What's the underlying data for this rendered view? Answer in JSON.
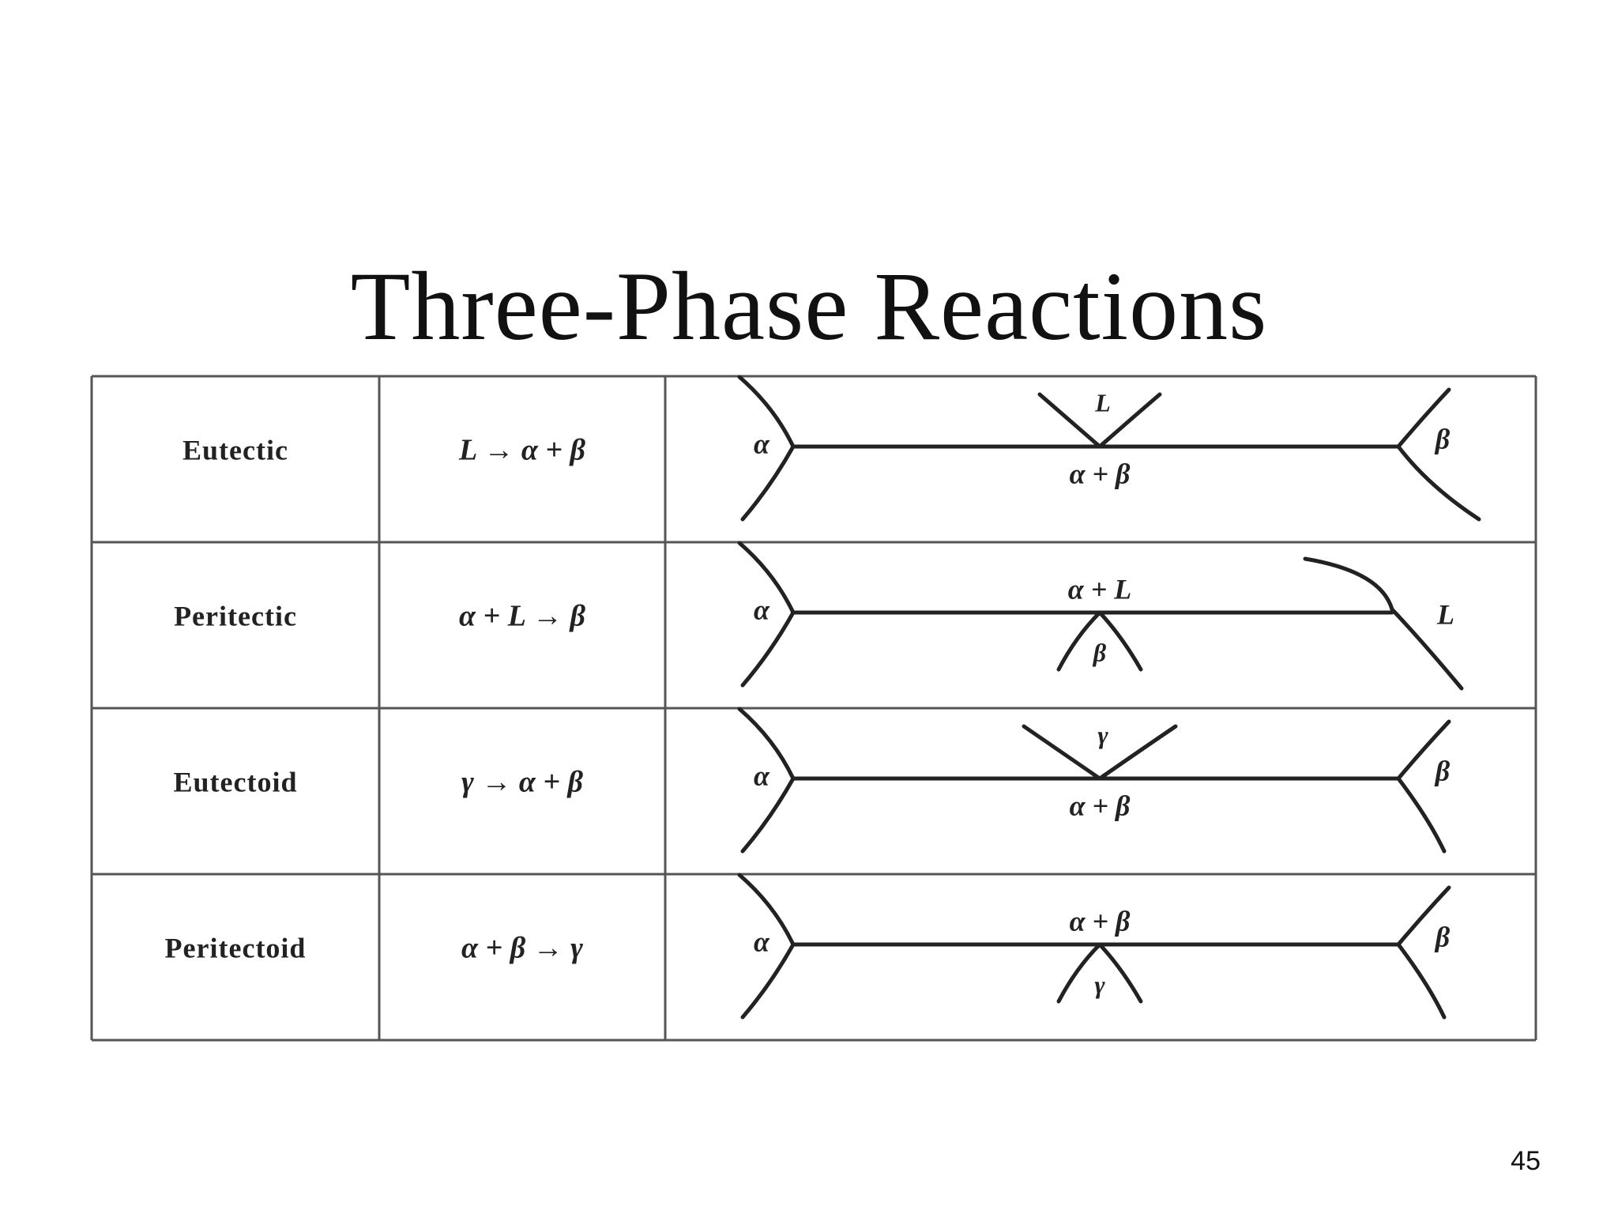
{
  "title": "Three-Phase Reactions",
  "page_number": "45",
  "colors": {
    "ink": "#222222",
    "grid": "#555555",
    "background": "#ffffff"
  },
  "rows": [
    {
      "name": "Eutectic",
      "reaction": "L → α + β",
      "type": "eutectic",
      "labels": {
        "left": "α",
        "right": "β",
        "top": "L",
        "bottom": "α + β"
      }
    },
    {
      "name": "Peritectic",
      "reaction": "α + L → β",
      "type": "peritectic",
      "labels": {
        "left": "α",
        "right": "L",
        "top": "α + L",
        "bottom": "β"
      }
    },
    {
      "name": "Eutectoid",
      "reaction": "γ → α + β",
      "type": "eutectoid",
      "labels": {
        "left": "α",
        "right": "β",
        "top": "γ",
        "bottom": "α + β"
      }
    },
    {
      "name": "Peritectoid",
      "reaction": "α + β → γ",
      "type": "peritectoid",
      "labels": {
        "left": "α",
        "right": "β",
        "top": "α + β",
        "bottom": "γ"
      }
    }
  ]
}
